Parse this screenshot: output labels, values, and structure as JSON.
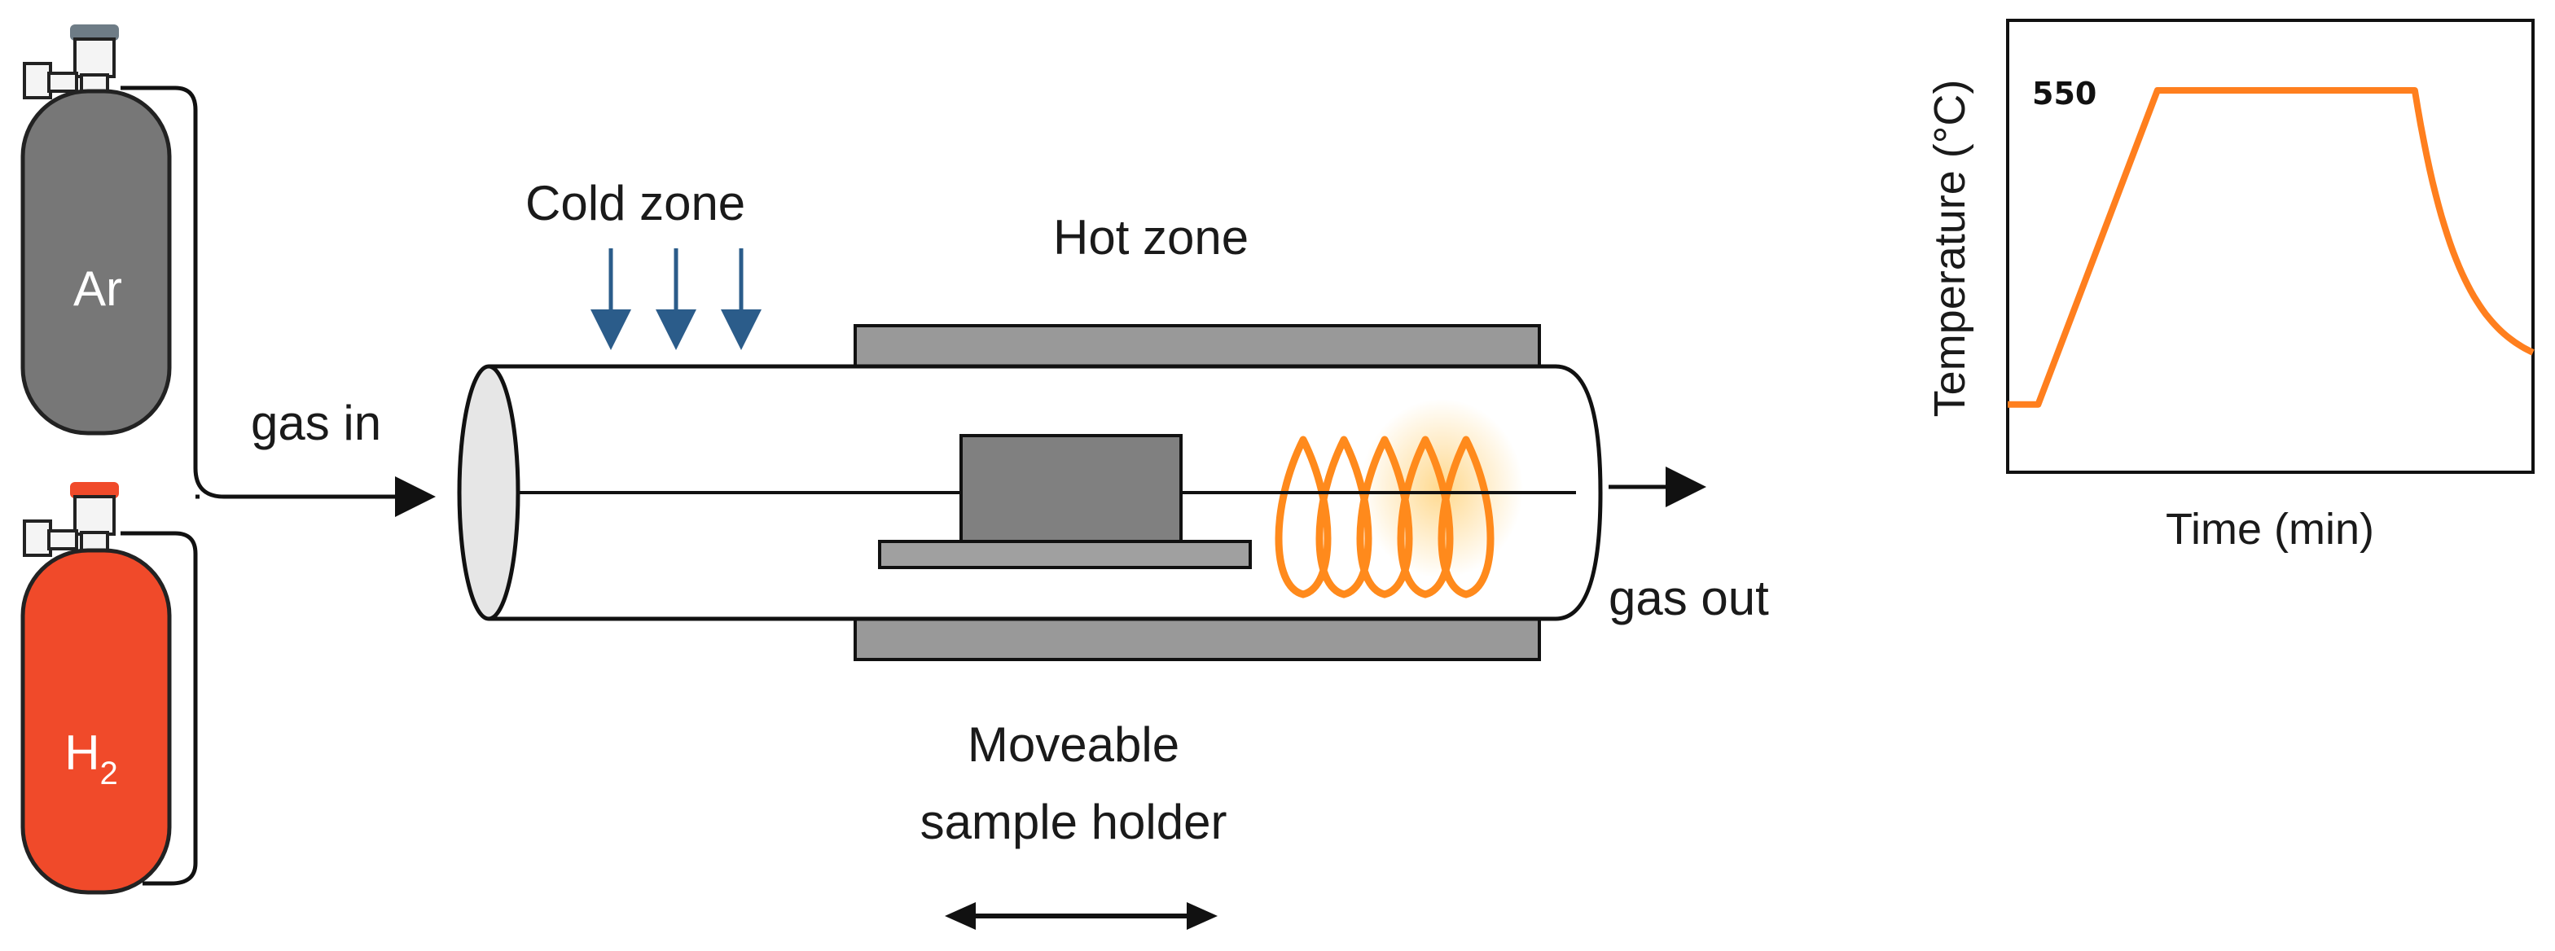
{
  "cylinders": {
    "argon": {
      "label": "Ar",
      "color": "#777777"
    },
    "hydrogen": {
      "label": "H",
      "subscript": "2",
      "color": "#f04a2a"
    }
  },
  "labels": {
    "gas_in": "gas in",
    "gas_out": "gas out",
    "cold_zone": "Cold zone",
    "hot_zone": "Hot zone",
    "holder_line1": "Moveable",
    "holder_line2": "sample holder"
  },
  "colors": {
    "tube_stroke": "#111111",
    "furnace": "#999999",
    "sample": "#808080",
    "heater_coil": "#ff8a1c",
    "cold_arrows": "#2b5c8a",
    "profile_line": "#ff7f1e"
  },
  "chart_data": {
    "type": "line",
    "xlabel": "Time (min)",
    "ylabel": "Temperature (°C)",
    "annotations": [
      "550"
    ],
    "series": [
      {
        "values": [
          "hold",
          "ramp up",
          "hold at 550",
          "cool down"
        ]
      }
    ]
  }
}
